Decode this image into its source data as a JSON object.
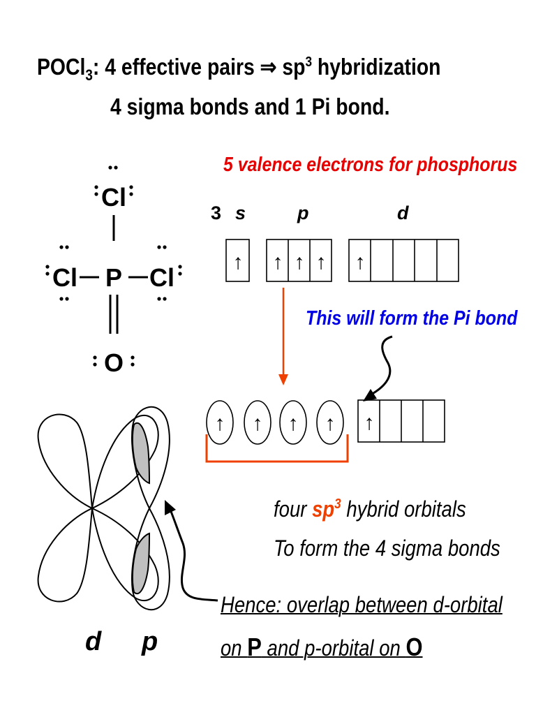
{
  "title": {
    "molecule_main": "POCl",
    "molecule_sub": "3",
    "line1_rest": ": 4 effective pairs ⇒ sp",
    "sup": "3",
    "line1_end": " hybridization",
    "line2": "4 sigma bonds and 1 Pi bond."
  },
  "lewis": {
    "cl": "Cl",
    "p": "P",
    "o": "O",
    "bond": "—"
  },
  "valence_title": "5 valence electrons for phosphorus",
  "orbital_labels": {
    "n": "3",
    "s": "s",
    "p": "p",
    "d": "d"
  },
  "arrow_symbol": "↑",
  "pi_note": "This will form the Pi bond",
  "hybrid": {
    "line1_before": "four ",
    "sp": "sp",
    "sup": "3",
    "line1_after": " hybrid orbitals",
    "line2": "To form the 4 sigma bonds"
  },
  "hence": {
    "line1": "Hence: overlap between d-orbital",
    "line2_a": "on ",
    "line2_p": "P",
    "line2_b": " and p-orbital on ",
    "line2_o": "O"
  },
  "overlap_labels": {
    "d": "d",
    "p": "p"
  },
  "colors": {
    "red": "#e60000",
    "blue": "#0000e6",
    "orange": "#f04000",
    "shade": "#c0c0c0"
  }
}
